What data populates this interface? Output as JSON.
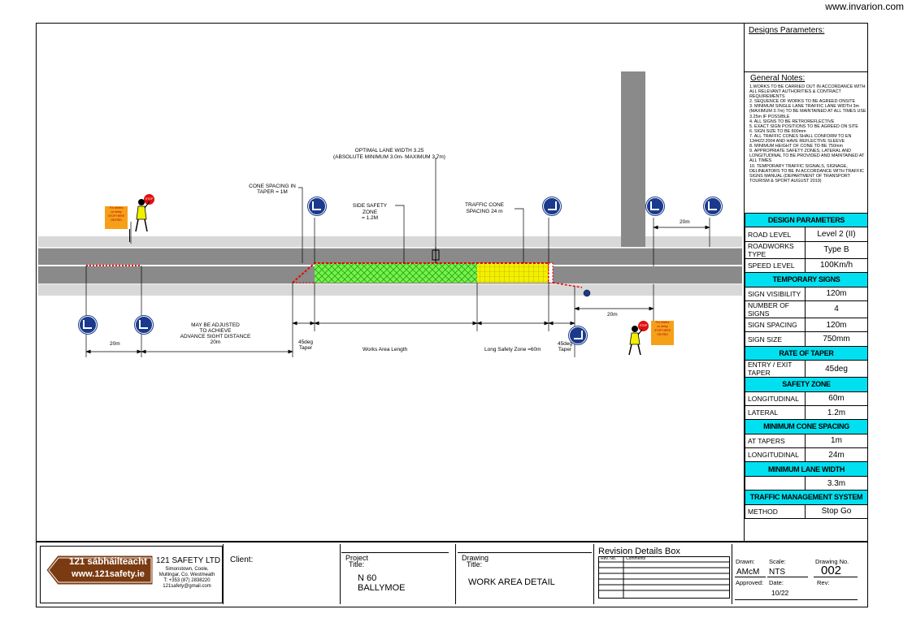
{
  "watermark": "www.invarion.com",
  "annotations": {
    "cone_spacing_taper": "CONE SPACING IN\nTAPER = 1M",
    "optimal_lane_width_1": "OPTIMAL LANE WIDTH 3.25",
    "optimal_lane_width_2": "(ABSOLUTE MINIMUM 3.0m- MAXIMUM 3.7m)",
    "side_safety_zone_1": "SIDE SAFETY ZONE",
    "side_safety_zone_2": "= 1.2M",
    "traffic_cone_spacing_1": "TRAFFIC CONE",
    "traffic_cone_spacing_2": "SPACING 24 m",
    "may_be_adjusted_1": "MAY BE ADJUSTED",
    "may_be_adjusted_2": "TO ACHIEVE",
    "may_be_adjusted_3": "ADVANCE SIGHT DISTANCE",
    "may_be_adjusted_4": "20m",
    "dim_20m_left": "20m",
    "dim_20m_top_right": "20m",
    "dim_20m_right": "20m",
    "taper_left_1": "45deg",
    "taper_left_2": "Taper",
    "taper_right_1": "45deg",
    "taper_right_2": "Taper",
    "works_area_length": "Works Area Length",
    "long_safety_zone": "Long Safety Zone =60m",
    "stop_sign": "STOP",
    "stop_board_1": "For drivers",
    "stop_board_2": "on delay",
    "stop_board_3": "STOP HERE",
    "stop_board_4": "ON RED"
  },
  "side_panel": {
    "design_parameters_heading": "Designs Parameters:",
    "general_notes_heading": "General Notes:",
    "general_notes": [
      "1.WORKS TO BE CARRIED OUT IN ACCORDANCE WITH ALL RELEVANT AUTHORITIES & CONTRACT REQUIREMENTS",
      "2. SEQUENCE OF WORKS TO BE AGREED ONSITE",
      "3. MINIMUM SINGLE LANE TRAFFIC LANE WIDTH 3m (MAXIMUM 3.7m) TO BE MAINTAINED AT ALL TIMES USE 3.25m IF POSSIBLE",
      "4. ALL SIGNS TO BE RETROREFLECTIVE",
      "5. EXACT SIGN POSITIONS TO BE AGREED ON SITE",
      "6. SIGN SIZE TO BE 600mm",
      "7. ALL TRAFFIC CONES SHALL CONFORM TO EN 134422:2004 AND HAVE REFLECTIVE SLEEVE",
      "8. MINIMUM HEIGHT OF CONE TO BE 750mm",
      "9. APPROPRIATE SAFETY ZONES, LATERAL AND LONGITUDINAL TO BE PROVIDED AND MAINTAINED AT ALL TIMES",
      "10. TEMPORARY TRAFFIC SIGNALS, SIGNAGE, DELINEATORS TO BE IN ACCORDANCE WITH TRAFFIC SIGNS MANUAL (DEPARTMENT OF TRANSPORT TOURISM & SPORT AUGUST 2019)"
    ],
    "table": [
      {
        "section": "DESIGN PARAMETERS"
      },
      {
        "label": "ROAD LEVEL",
        "value": "Level 2 (II)"
      },
      {
        "label": "ROADWORKS TYPE",
        "value": "Type B"
      },
      {
        "label": "SPEED LEVEL",
        "value": "100Km/h"
      },
      {
        "section": "TEMPORARY SIGNS"
      },
      {
        "label": "SIGN VISIBILITY",
        "value": "120m"
      },
      {
        "label": "NUMBER OF SIGNS",
        "value": "4"
      },
      {
        "label": "SIGN SPACING",
        "value": "120m"
      },
      {
        "label": "SIGN SIZE",
        "value": "750mm"
      },
      {
        "section": "RATE OF TAPER"
      },
      {
        "label": "ENTRY / EXIT TAPER",
        "value": "45deg"
      },
      {
        "section": "SAFETY ZONE"
      },
      {
        "label": "LONGITUDINAL",
        "value": "60m"
      },
      {
        "label": "LATERAL",
        "value": "1.2m"
      },
      {
        "section": "MINIMUM CONE SPACING"
      },
      {
        "label": "AT TAPERS",
        "value": "1m"
      },
      {
        "label": "LONGITUDINAL",
        "value": "24m"
      },
      {
        "section": "MINIMUM LANE WIDTH"
      },
      {
        "label": "",
        "value": "3.3m"
      },
      {
        "section": "TRAFFIC MANAGEMENT SYSTEM"
      },
      {
        "label": "METHOD",
        "value": "Stop Go"
      }
    ]
  },
  "title_block": {
    "logo_line1": "121 sábháilteacht",
    "logo_line2": "www.121safety.ie",
    "company_name": "121 SAFETY LTD",
    "company_addr1": "Simonstown, Coole,",
    "company_addr2": "Mullingar, Co. Westmeath",
    "company_phone": "T: +353 (87) 2838220",
    "company_email": "121safety@gmail.com",
    "client_label": "Client:",
    "project_label_1": "Project",
    "project_label_2": "Title:",
    "project_title_1": "N 60",
    "project_title_2": "BALLYMOE",
    "drawing_label_1": "Drawing",
    "drawing_label_2": "Title:",
    "drawing_title": "WORK AREA DETAIL",
    "revision_heading": "Revision Details Box",
    "rev_no": "Rev. No.",
    "comments": "Comments",
    "drawn_label": "Drawn:",
    "drawn_value": "AMcM",
    "scale_label": "Scale:",
    "scale_value": "NTS",
    "drawing_no_label": "Drawing No.",
    "drawing_no_value": "002",
    "approved_label": "Approved:",
    "date_label": "Date:",
    "date_value": "10/22",
    "rev_label": "Rev:"
  },
  "colors": {
    "road": "#8a8a8a",
    "verge": "#d8d8d8",
    "works_area": "#7cf04a",
    "safety_zone": "#f4f000",
    "cyan_header": "#00e0f0",
    "sign_blue": "#1b3a8c",
    "logo_brown": "#7a3b12"
  }
}
